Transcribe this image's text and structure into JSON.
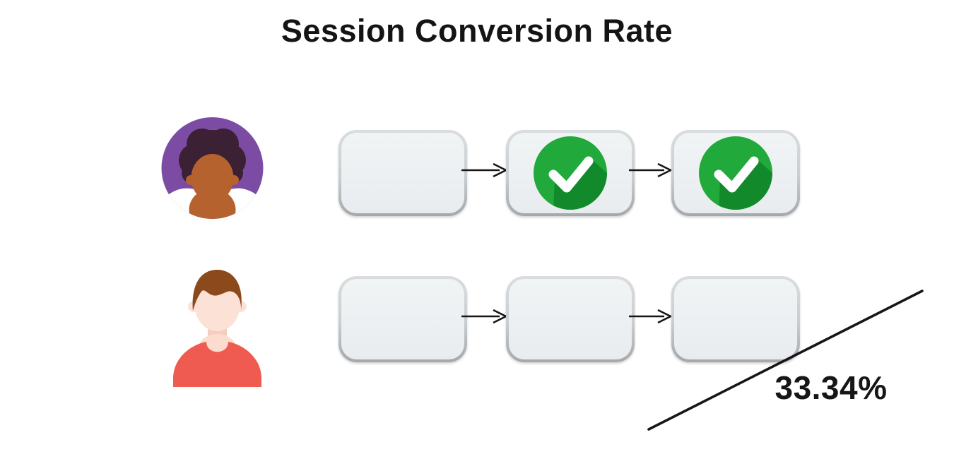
{
  "title": "Session Conversion Rate",
  "result": {
    "conversion_rate": "33.34%"
  },
  "rows": [
    {
      "name": "converted-session",
      "avatar": "woman-purple-avatar",
      "steps": [
        {
          "checked": false
        },
        {
          "checked": true
        },
        {
          "checked": true
        }
      ]
    },
    {
      "name": "unconverted-session",
      "avatar": "man-red-avatar",
      "steps": [
        {
          "checked": false
        },
        {
          "checked": false
        },
        {
          "checked": false
        }
      ]
    }
  ],
  "icons": {
    "step_success": "check-icon",
    "connector": "arrow-right-icon",
    "trend": "diagonal-trend-line"
  },
  "colors": {
    "check_green": "#22A93C",
    "check_green_shadow": "#128A2C",
    "avatar_purple": "#7C4CA5",
    "avatar_shirt_red": "#F05B51",
    "box_fill": "#ECEFF1",
    "line_black": "#161616"
  }
}
